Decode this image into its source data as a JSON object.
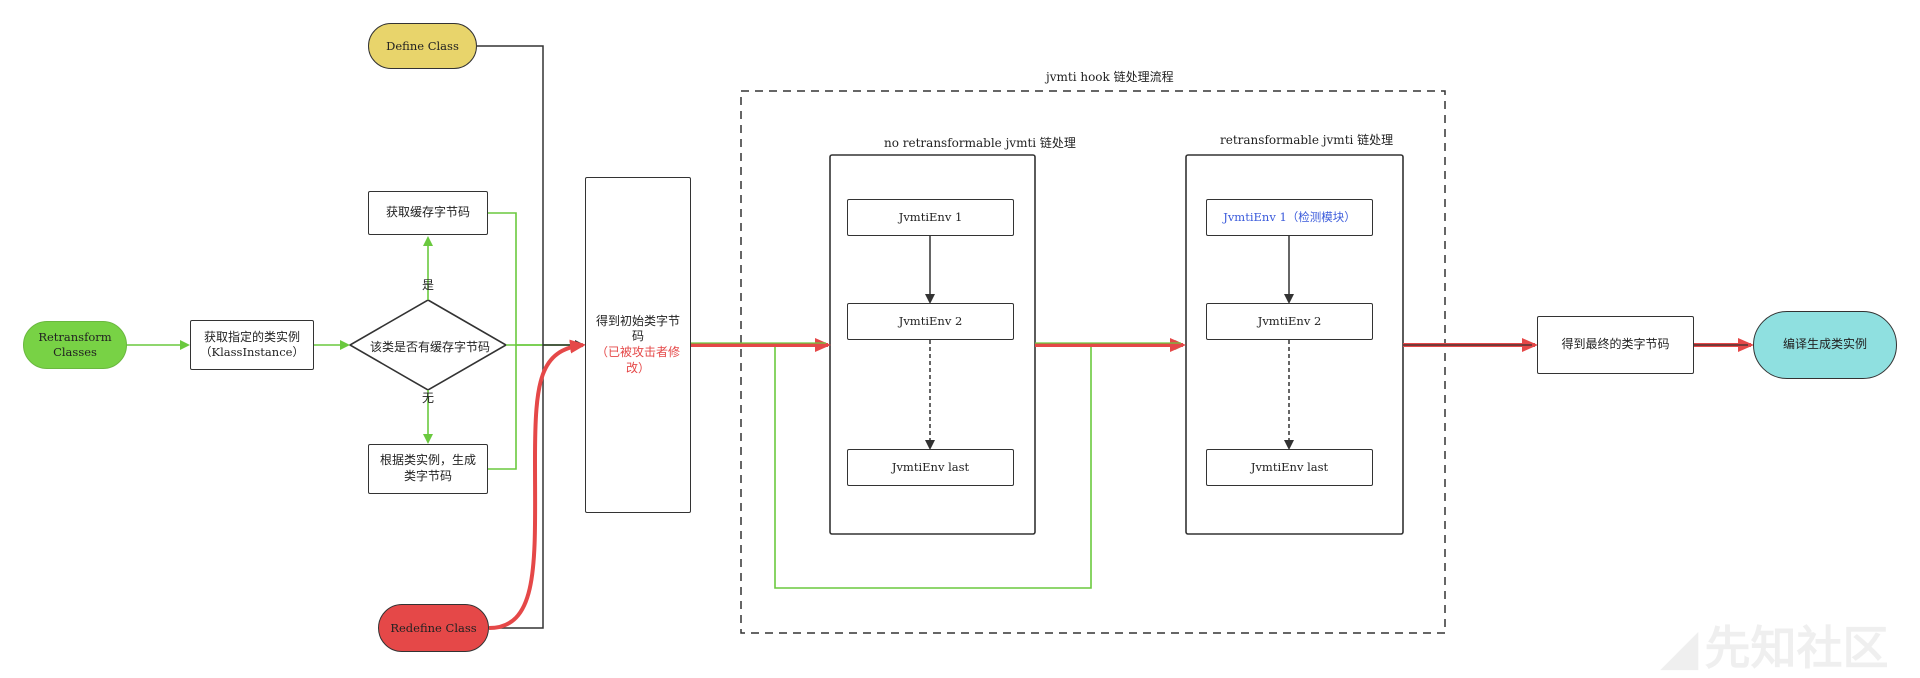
{
  "nodes": {
    "retransform_classes": "Retransform\nClasses",
    "get_klass_instance_line1": "获取指定的类实例",
    "get_klass_instance_line2": "（KlassInstance）",
    "is_cached_decision": "该类是否有缓存字节码",
    "get_cached_bytecode": "获取缓存字节码",
    "generate_bytecode_line1": "根据类实例，生成",
    "generate_bytecode_line2": "类字节码",
    "define_class": "Define Class",
    "redefine_class": "Redefine Class",
    "initial_bytecode_line1": "得到初始类字节",
    "initial_bytecode_line2": "码",
    "initial_bytecode_note_line1": "（已被攻击者修",
    "initial_bytecode_note_line2": "改）",
    "final_bytecode": "得到最终的类字节码",
    "compile_instance": "编译生成类实例"
  },
  "edge_labels": {
    "yes": "是",
    "no": "无"
  },
  "groups": {
    "hook_chain_title": "jvmti hook 链处理流程",
    "no_retransformable": {
      "title": "no retransformable jvmti 链处理",
      "env1": "JvmtiEnv 1",
      "env2": "JvmtiEnv 2",
      "env_last": "JvmtiEnv last"
    },
    "retransformable": {
      "title": "retransformable jvmti 链处理",
      "env1": "JvmtiEnv 1（检测模块）",
      "env2": "JvmtiEnv 2",
      "env_last": "JvmtiEnv last"
    }
  },
  "watermark": "先知社区",
  "colors": {
    "green_node": "#78d245",
    "green_edge": "#6ac93e",
    "yellow_node": "#e8d46b",
    "red_node": "#e54848",
    "red_edge": "#e54848",
    "teal_node": "#8fe0e0",
    "blue_text": "#3b5bdb",
    "red_text": "#e54848",
    "dark_edge": "#333333"
  }
}
